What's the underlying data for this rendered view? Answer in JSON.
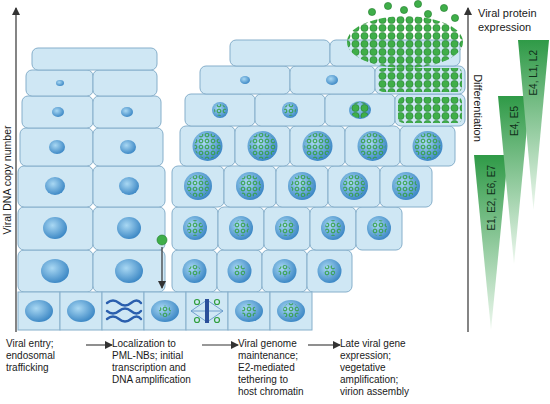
{
  "diagram": {
    "nodes": [
      {
        "text": [
          "E1, E2, E6, E7"
        ]
      },
      {
        "text": [
          "E4, E5"
        ]
      },
      {
        "text": [
          "E4, L1, L2"
        ]
      },
      {
        "text": [
          "Viral entry; endosomal trafficking"
        ]
      },
      {
        "text": [
          "Localization to PML-NBs; initial transcription and DNA amplification"
        ]
      },
      {
        "text": [
          "Viral genome maintenance; E2-mediated tethering to host chromatin"
        ]
      },
      {
        "text": [
          "Late viral gene expression; vegetative amplification; virion assembly"
        ]
      }
    ],
    "edges": [
      {
        "from": 3,
        "to": 4,
        "arrow": "to"
      },
      {
        "from": 4,
        "to": 5,
        "arrow": "to"
      },
      {
        "from": 5,
        "to": 6,
        "arrow": "to"
      }
    ],
    "labels": [
      "Viral DNA copy number",
      "Differentiation",
      "Viral protein expression"
    ]
  }
}
